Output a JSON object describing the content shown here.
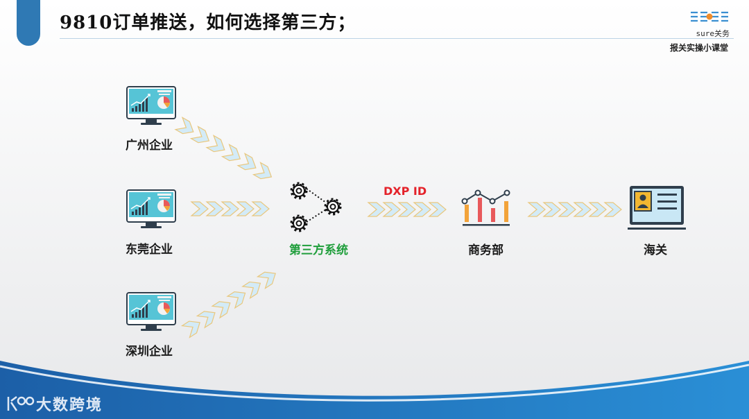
{
  "header": {
    "title": "9810订单推送，如何选择第三方；",
    "logo_text": "sure关务",
    "subtitle": "报关实操小课堂"
  },
  "nodes": {
    "guangzhou": "广州企业",
    "dongguan": "东莞企业",
    "shenzhen": "深圳企业",
    "third_party": "第三方系统",
    "mofcom": "商务部",
    "customs": "海关"
  },
  "edge_label": "DXP ID",
  "footer": {
    "brand": "大数跨境"
  },
  "colors": {
    "accent": "#2f79b4",
    "arrow_fill": "#d3ebf7",
    "arrow_stroke": "#e9c77d",
    "third_party_green": "#1f9e3b",
    "dxp_red": "#e4222a"
  }
}
